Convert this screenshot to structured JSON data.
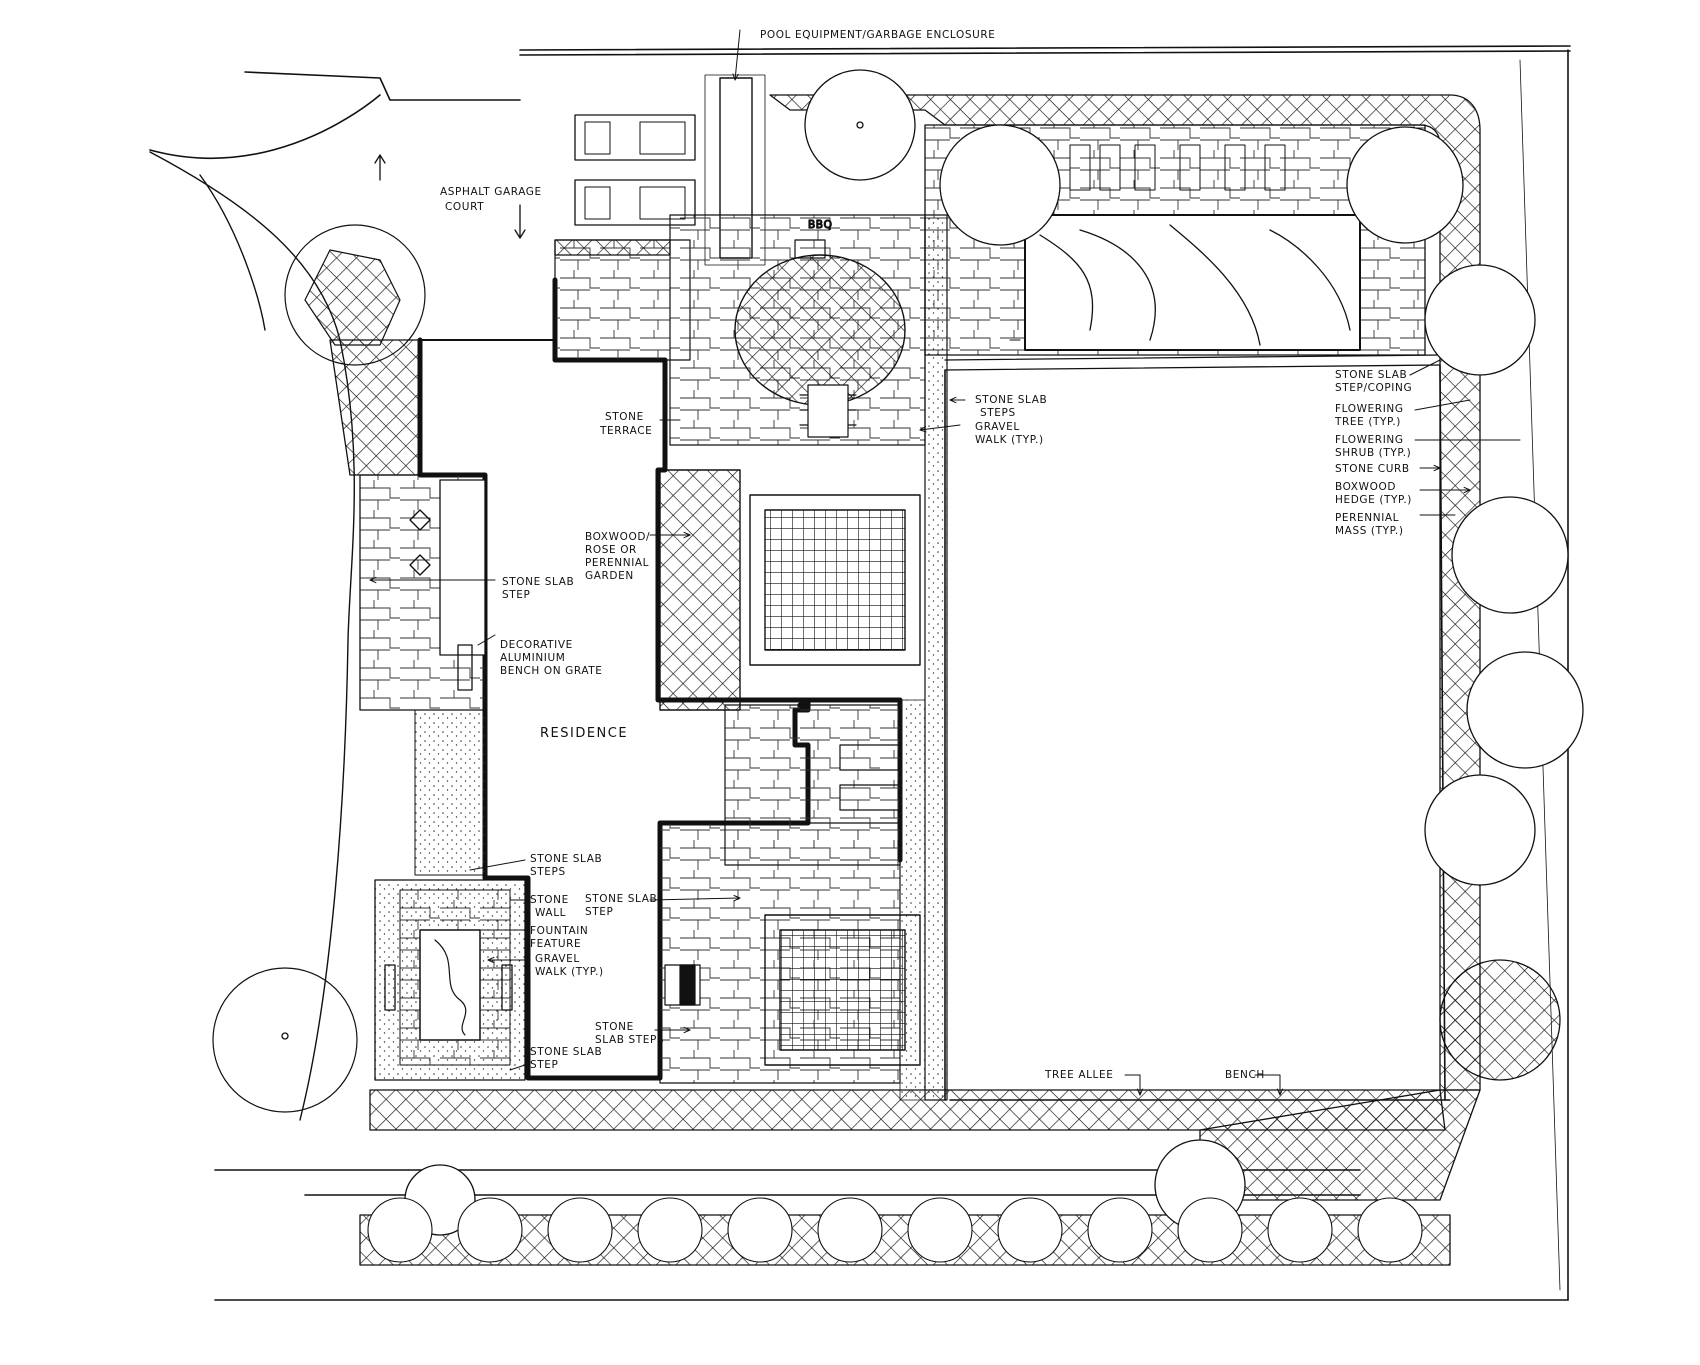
{
  "labels": {
    "pool_equipment": "Pool Equipment/Garbage Enclosure",
    "asphalt_garage_court_1": "Asphalt Garage",
    "asphalt_garage_court_2": "Court",
    "bbq": "BBQ",
    "stone_terrace_1": "Stone",
    "stone_terrace_2": "Terrace",
    "stone_slab_steps_top_1": "Stone Slab",
    "stone_slab_steps_top_2": "Steps",
    "gravel_walk_top_1": "Gravel",
    "gravel_walk_top_2": "Walk (Typ.)",
    "boxwood_1": "Boxwood/",
    "boxwood_2": "Rose or",
    "boxwood_3": "Perennial",
    "boxwood_4": "Garden",
    "stone_slab_step_left_1": "Stone Slab",
    "stone_slab_step_left_2": "Step",
    "decorative_bench_1": "Decorative",
    "decorative_bench_2": "Aluminium",
    "decorative_bench_3": "Bench on Grate",
    "residence": "Residence",
    "stone_slab_steps_mid_1": "Stone Slab",
    "stone_slab_steps_mid_2": "Steps",
    "stone_wall_1": "Stone",
    "stone_wall_2": "Wall",
    "stone_slab_step_mid_1": "Stone Slab",
    "stone_slab_step_mid_2": "Step",
    "fountain_1": "Fountain",
    "fountain_2": "Feature",
    "gravel_walk_low_1": "Gravel",
    "gravel_walk_low_2": "Walk (Typ.)",
    "stone_slab_steps_low_1": "Stone",
    "stone_slab_steps_low_2": "Slab Steps",
    "stone_slab_step_low_1": "Stone Slab",
    "stone_slab_step_low_2": "Step",
    "coping_1": "Stone Slab",
    "coping_2": "Step/Coping",
    "flowering_tree_1": "Flowering",
    "flowering_tree_2": "Tree (Typ.)",
    "flowering_shrub_1": "Flowering",
    "flowering_shrub_2": "Shrub (Typ.)",
    "stone_curb": "Stone Curb",
    "boxwood_hedge_1": "Boxwood",
    "boxwood_hedge_2": "Hedge (Typ.)",
    "perennial_mass_1": "Perennial",
    "perennial_mass_2": "Mass (Typ.)",
    "tree_allee": "Tree Allee",
    "bench": "Bench"
  },
  "colors": {
    "ink": "#111111",
    "paper": "#ffffff"
  }
}
